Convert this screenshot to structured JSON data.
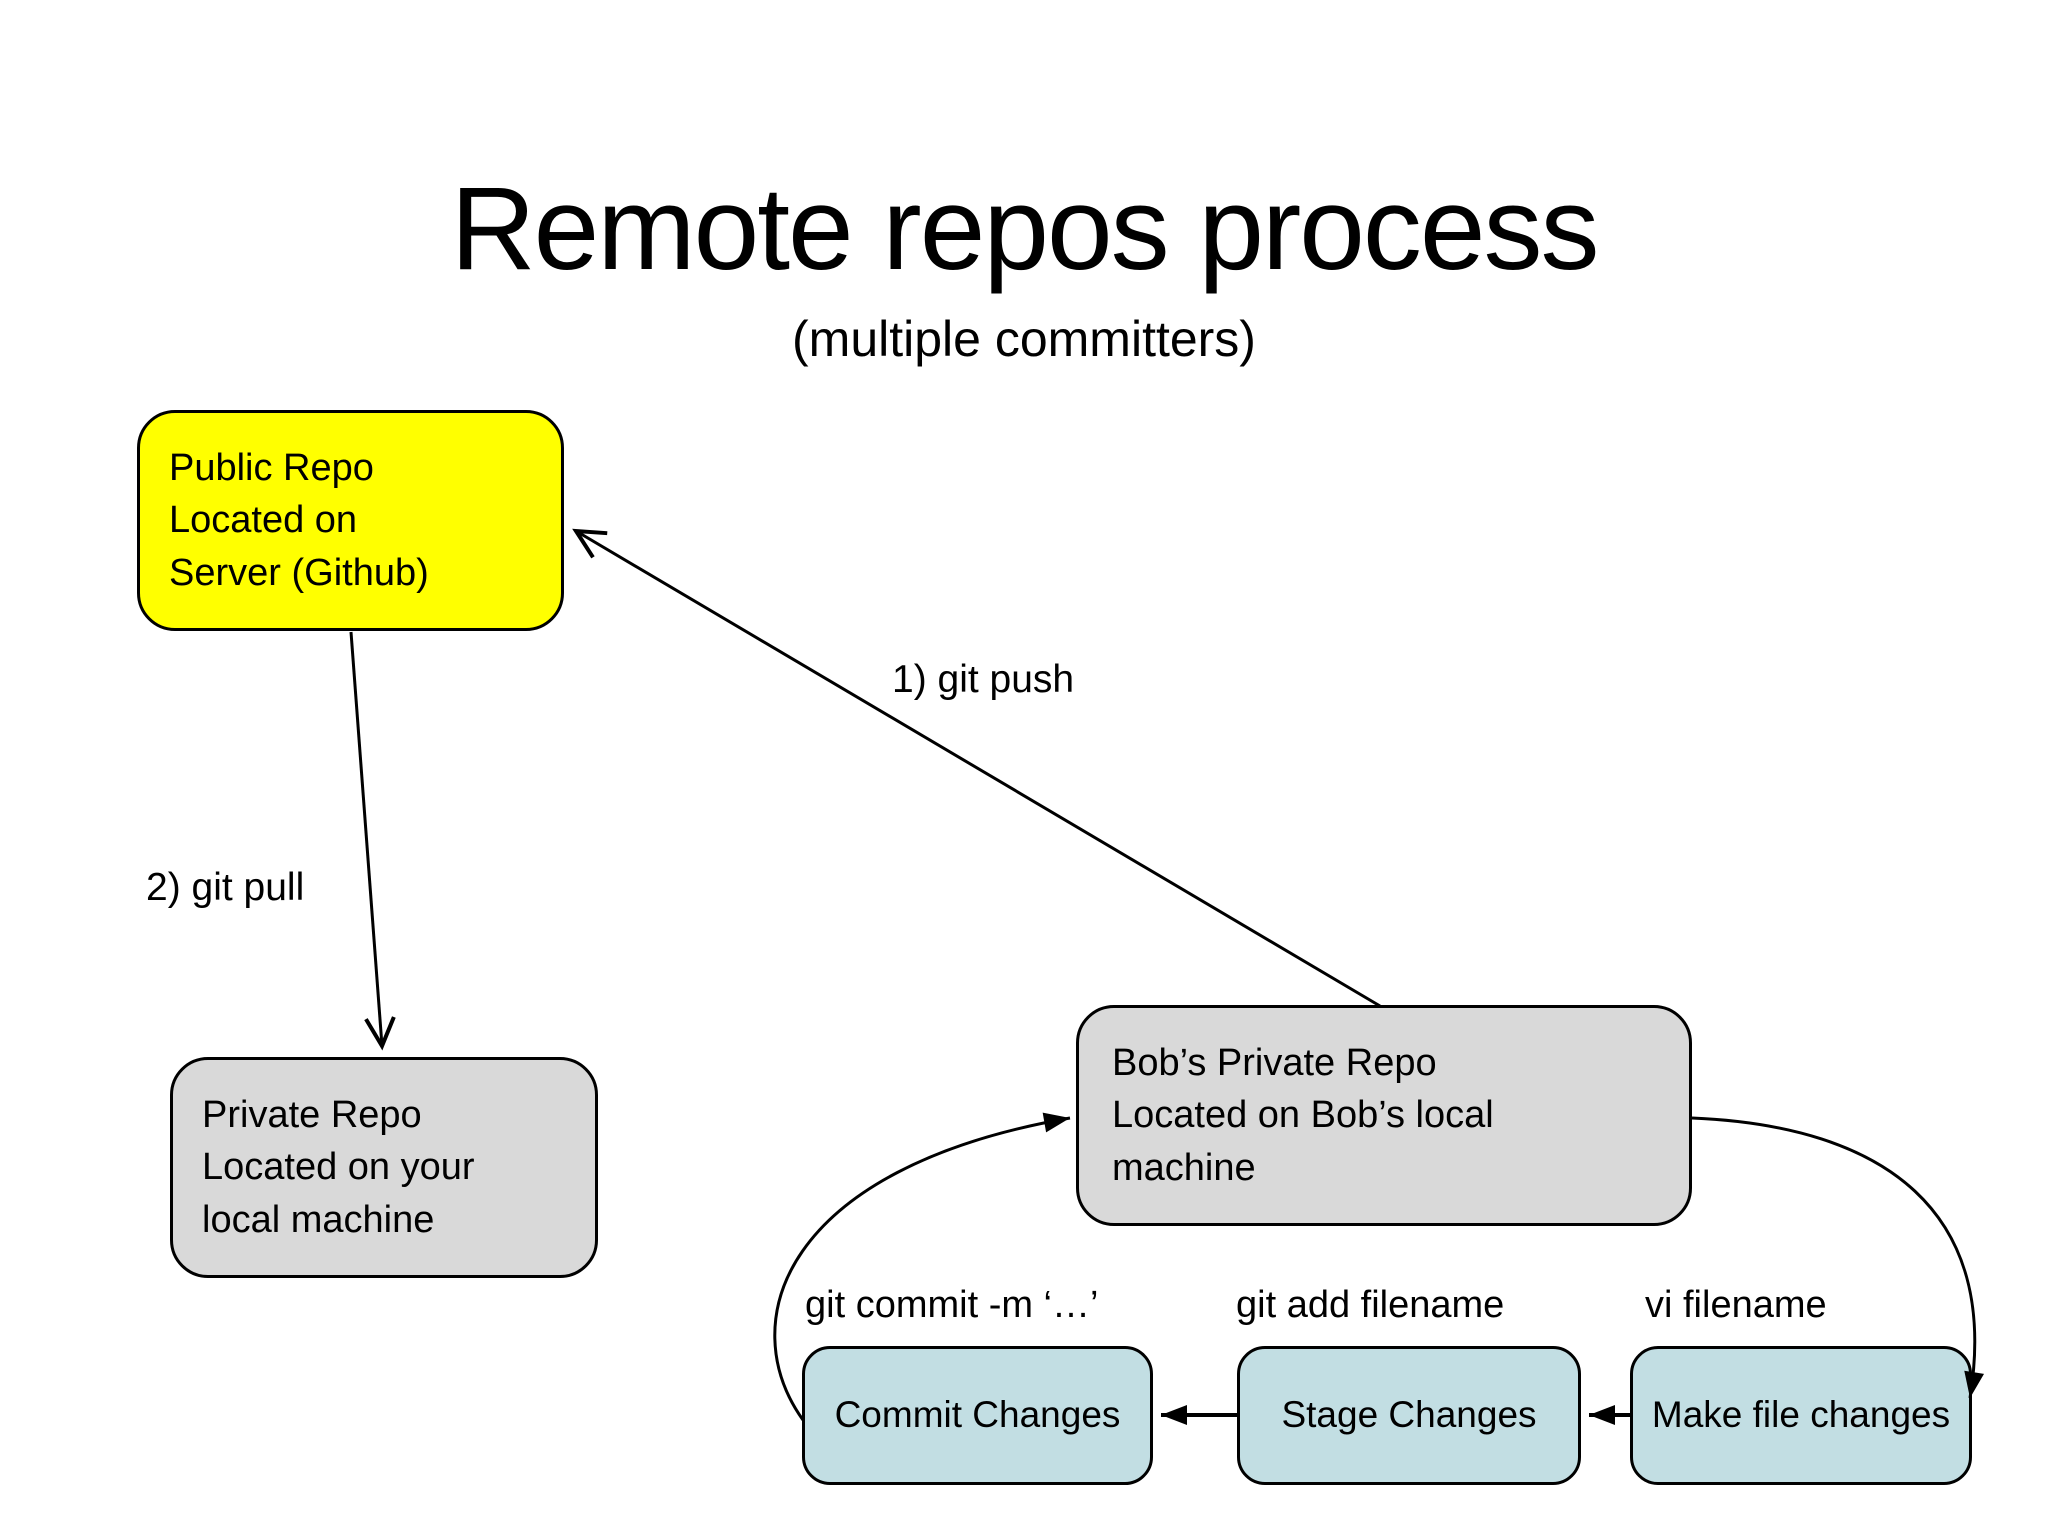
{
  "slide": {
    "title": "Remote repos process",
    "subtitle": "(multiple committers)"
  },
  "nodes": {
    "public_repo": {
      "label": "Public Repo\nLocated on\nServer (Github)",
      "fill": "#ffff00"
    },
    "private_repo": {
      "label": "Private Repo\nLocated on your\nlocal machine",
      "fill": "#d9d9d9"
    },
    "bobs_repo": {
      "label": "Bob’s Private Repo\nLocated on Bob’s local\nmachine",
      "fill": "#d9d9d9"
    },
    "commit_changes": {
      "label": "Commit Changes",
      "fill": "#c2dee3"
    },
    "stage_changes": {
      "label": "Stage Changes",
      "fill": "#c2dee3"
    },
    "make_file_changes": {
      "label": "Make file changes",
      "fill": "#c2dee3"
    }
  },
  "edge_labels": {
    "git_push": "1) git push",
    "git_pull": "2) git pull",
    "git_commit": "git commit -m ‘…’",
    "git_add": "git add filename",
    "vi": "vi filename"
  },
  "colors": {
    "stroke": "#000000",
    "background": "#ffffff",
    "public_repo_fill": "#ffff00",
    "local_repo_fill": "#d9d9d9",
    "step_fill": "#c2dee3"
  }
}
